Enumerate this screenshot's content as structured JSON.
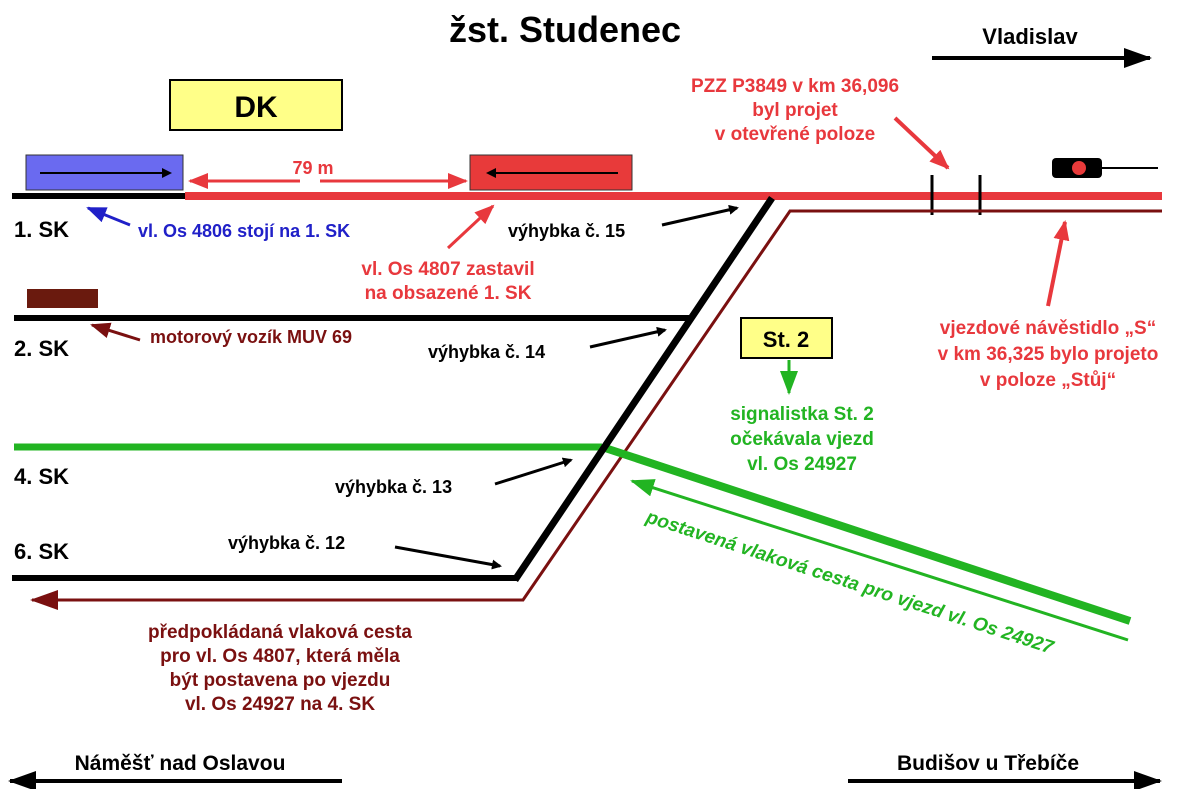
{
  "title": "žst. Studenec",
  "directions": {
    "top_right": "Vladislav",
    "bottom_left": "Náměšť nad Oslavou",
    "bottom_right": "Budišov u Třebíče"
  },
  "boxes": {
    "dk": "DK",
    "st2": "St. 2"
  },
  "distance_label": "79 m",
  "tracks": {
    "t1": "1. SK",
    "t2": "2. SK",
    "t4": "4. SK",
    "t6": "6. SK"
  },
  "switches": {
    "s15": "výhybka č. 15",
    "s14": "výhybka č. 14",
    "s13": "výhybka č. 13",
    "s12": "výhybka č. 12"
  },
  "annotations": {
    "os4806": "vl. Os 4806 stojí na 1. SK",
    "os4807_stop": [
      "vl. Os 4807 zastavil",
      "na obsazené 1. SK"
    ],
    "muv": "motorový vozík MUV 69",
    "pzz": [
      "PZZ P3849 v km 36,096",
      "byl projet",
      "v otevřené poloze"
    ],
    "signal": [
      "vjezdové návěstidlo „S“",
      "v km 36,325 bylo projeto",
      "v poloze „Stůj“"
    ],
    "st2_expected": [
      "signalistka St. 2",
      "očekávala vjezd",
      "vl. Os 24927"
    ],
    "route_built": "postavená vlaková cesta pro vjezd vl. Os 24927",
    "route_expected": [
      "předpokládaná vlaková cesta",
      "pro vl. Os 4807, která měla",
      "být postavena po vjezdu",
      "vl. Os 24927 na 4. SK"
    ]
  },
  "colors": {
    "black": "#000000",
    "red": "#e8383d",
    "dark_red": "#7a1010",
    "blue": "#2020c8",
    "green": "#22b422",
    "blue_fill": "#6a6af0",
    "red_fill": "#e83a3a",
    "brown_fill": "#6a1a0e",
    "yellow_fill": "#ffff88"
  }
}
